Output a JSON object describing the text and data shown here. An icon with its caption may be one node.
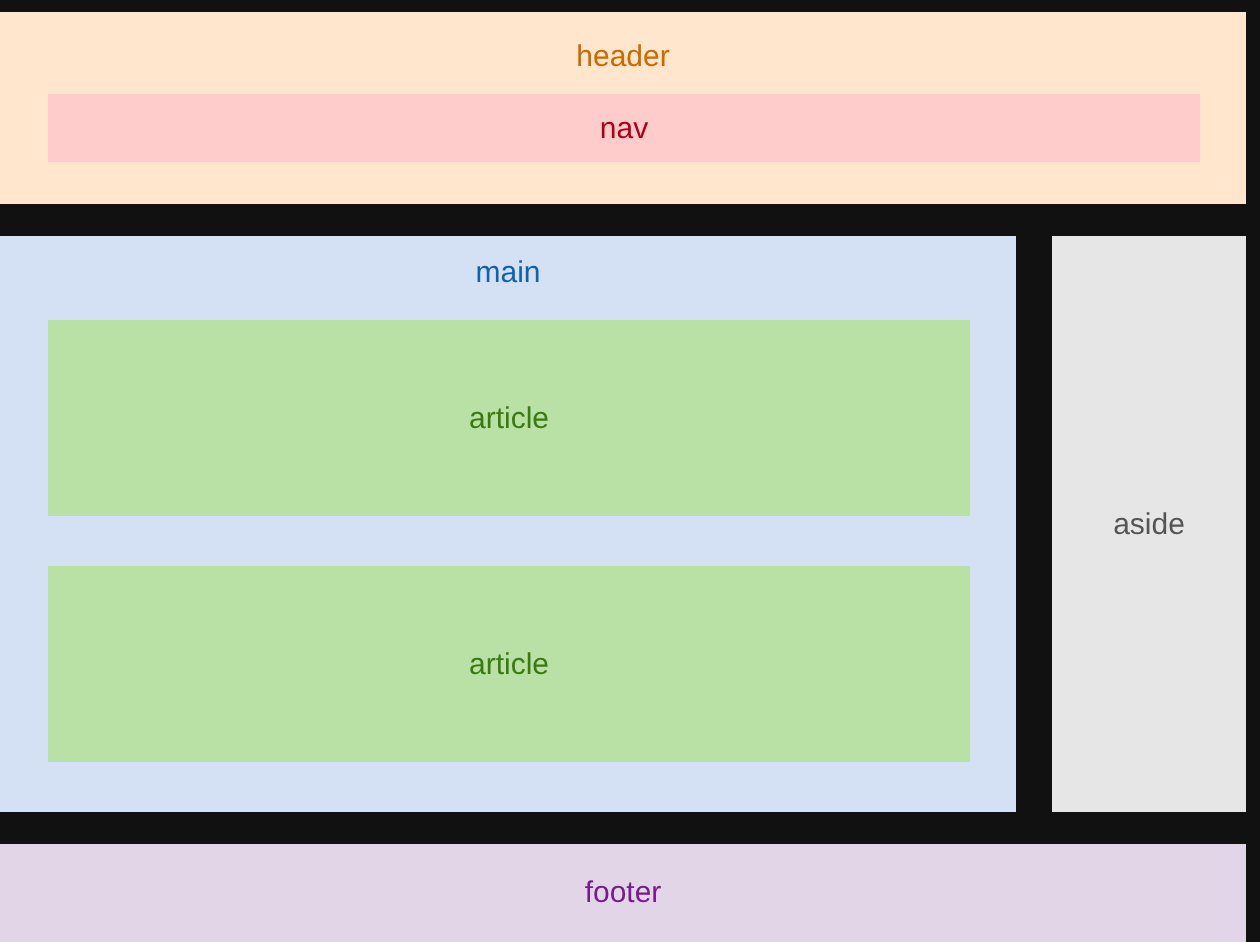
{
  "diagram": {
    "nodes": [
      {
        "text": [
          "header"
        ]
      },
      {
        "text": [
          "nav"
        ],
        "in": 0
      },
      {
        "text": [
          "main"
        ]
      },
      {
        "text": [
          "article"
        ],
        "in": 2
      },
      {
        "text": [
          "article"
        ],
        "in": 2
      },
      {
        "text": [
          "aside"
        ]
      },
      {
        "text": [
          "footer"
        ]
      }
    ]
  }
}
